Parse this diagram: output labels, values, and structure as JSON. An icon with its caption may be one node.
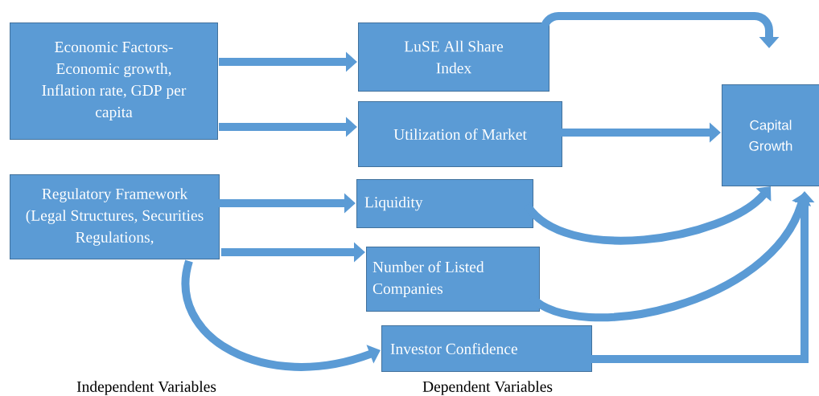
{
  "diagram": {
    "nodes": [
      {
        "text": [
          "Economic Factors- Economic growth, Inflation rate, GDP per capita"
        ]
      },
      {
        "text": [
          "LuSE All Share Index"
        ]
      },
      {
        "text": [
          "Utilization of Market"
        ]
      },
      {
        "text": [
          "Capital Growth"
        ]
      },
      {
        "text": [
          "Regulatory Framework (Legal Structures, Securities Regulations,"
        ]
      },
      {
        "text": [
          "Liquidity"
        ]
      },
      {
        "text": [
          "Number of Listed Companies"
        ]
      },
      {
        "text": [
          "Investor Confidence"
        ]
      }
    ],
    "edges": [
      {
        "from": 0,
        "to": 1,
        "arrow": "to"
      },
      {
        "from": 0,
        "to": 2,
        "arrow": "to"
      },
      {
        "from": 4,
        "to": 5,
        "arrow": "to"
      },
      {
        "from": 4,
        "to": 6,
        "arrow": "to"
      },
      {
        "from": 4,
        "to": 7,
        "arrow": "to"
      },
      {
        "from": 1,
        "to": 3,
        "arrow": "to"
      },
      {
        "from": 2,
        "to": 3,
        "arrow": "to"
      },
      {
        "from": 5,
        "to": 3,
        "arrow": "to"
      },
      {
        "from": 6,
        "to": 3,
        "arrow": "to"
      },
      {
        "from": 7,
        "to": 3,
        "arrow": "to"
      }
    ],
    "labels": [
      "Independent Variables",
      "Dependent Variables"
    ]
  }
}
